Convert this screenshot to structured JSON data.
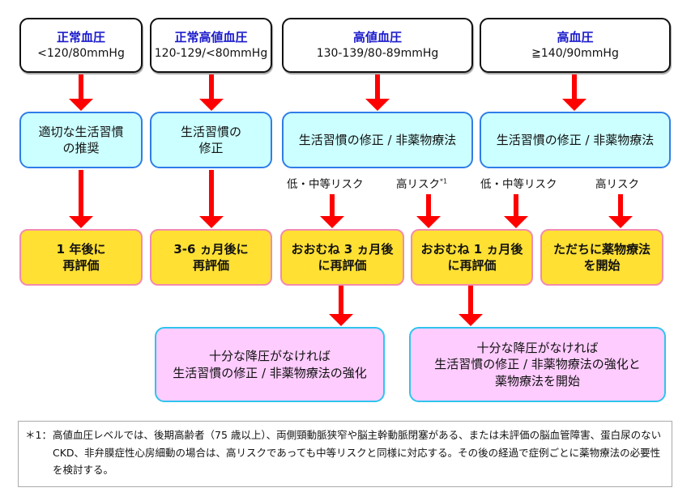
{
  "categories": [
    {
      "name": "正常血圧",
      "range": "<120/80mmHg"
    },
    {
      "name": "正常高値血圧",
      "range": "120-129/<80mmHg"
    },
    {
      "name": "高値血圧",
      "range": "130-139/80-89mmHg"
    },
    {
      "name": "高血圧",
      "range": "≧140/90mmHg"
    }
  ],
  "lifestyle": [
    {
      "line1": "適切な生活習慣",
      "line2": "の推奨"
    },
    {
      "line1": "生活習慣の",
      "line2": "修正"
    },
    {
      "line1": "生活習慣の修正 / 非薬物療法"
    },
    {
      "line1": "生活習慣の修正 / 非薬物療法"
    }
  ],
  "risk_labels": [
    {
      "text": "低・中等リスク",
      "footnote": ""
    },
    {
      "text": "高リスク",
      "footnote": "*1"
    },
    {
      "text": "低・中等リスク",
      "footnote": ""
    },
    {
      "text": "高リスク",
      "footnote": ""
    }
  ],
  "evaluations": [
    {
      "line1": "1 年後に",
      "line2": "再評価"
    },
    {
      "line1": "3-6 ヵ月後に",
      "line2": "再評価"
    },
    {
      "line1": "おおむね 3 ヵ月後",
      "line2": "に再評価"
    },
    {
      "line1": "おおむね 1 ヵ月後",
      "line2": "に再評価"
    },
    {
      "line1": "ただちに薬物療法",
      "line2": "を開始"
    }
  ],
  "followups": [
    {
      "line1": "十分な降圧がなければ",
      "line2": "生活習慣の修正 / 非薬物療法の強化"
    },
    {
      "line1": "十分な降圧がなければ",
      "line2": "生活習慣の修正 / 非薬物療法の強化と",
      "line3": "薬物療法を開始"
    }
  ],
  "footnote": {
    "mark": "＊1：",
    "text": "高値血圧レベルでは、後期高齢者（75 歳以上）、両側頸動脈狭窄や脳主幹動脈閉塞がある、または未評価の脳血管障害、蛋白尿のない CKD、非弁膜症性心房細動の場合は、高リスクであっても中等リスクと同様に対応する。その後の経過で症例ごとに薬物療法の必要性を検討する。"
  },
  "colors": {
    "arrow": "#ff0000",
    "category_title": "#1a1acc",
    "lifestyle_fill": "#ccffff",
    "lifestyle_border": "#2f7de8",
    "evaluation_fill": "#ffe033",
    "evaluation_border": "#f28bb0",
    "followup_fill": "#ffccff",
    "followup_border": "#2ec4ee"
  }
}
